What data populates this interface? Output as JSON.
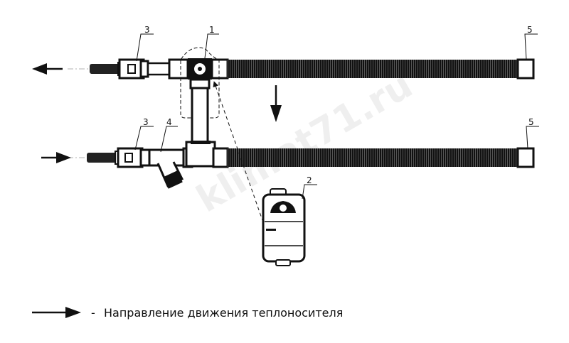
{
  "labels": {
    "valve_assembly": "1",
    "actuator": "2",
    "ball_valve_top": "3",
    "ball_valve_bottom": "3",
    "strainer": "4",
    "hose_end_top": "5",
    "hose_end_bottom": "5"
  },
  "legend": {
    "dash": "-",
    "text": "Направление движения теплоносителя"
  },
  "watermark": "klimat71.ru",
  "colors": {
    "line": "#111111",
    "watermark": "#000000"
  }
}
